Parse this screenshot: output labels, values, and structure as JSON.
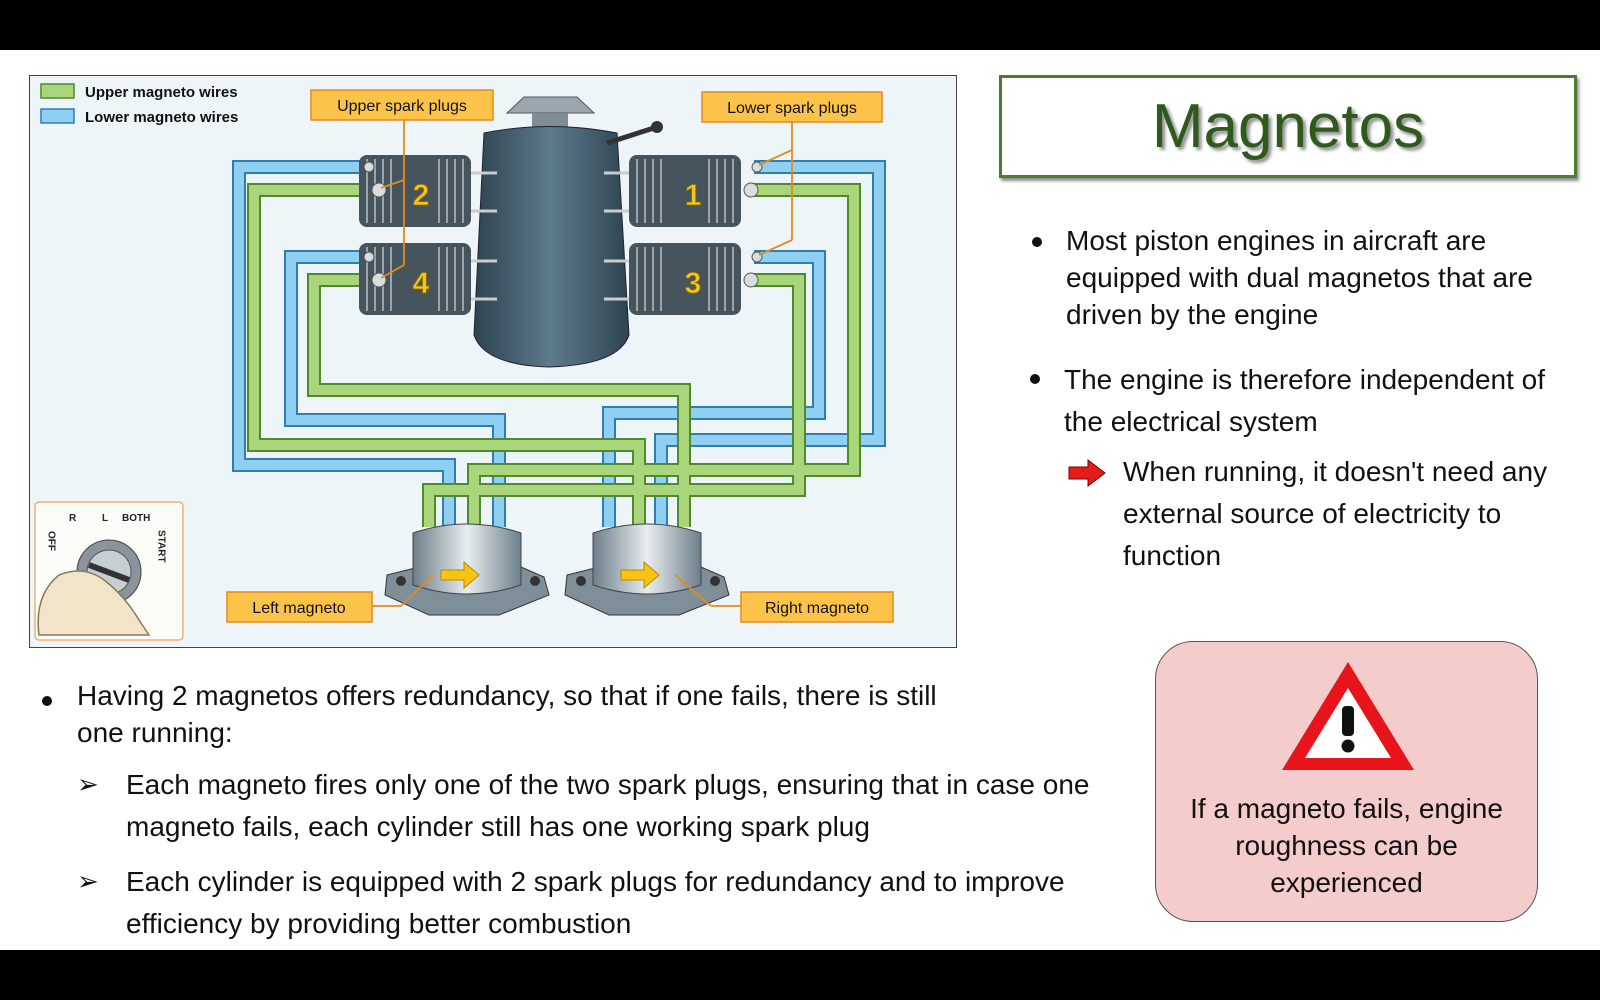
{
  "slide": {
    "title": "Magnetos",
    "right_bullets": [
      "Most piston engines in aircraft are equipped with dual magnetos that are driven by the engine",
      "The engine is therefore independent of the electrical system"
    ],
    "right_sub_bullet": "When running, it doesn't need any external source of electricity to function",
    "bottom_bullet": "Having 2 magnetos offers redundancy, so that if one fails, there is still one running:",
    "bottom_sub_bullets": [
      "Each magneto fires only one of the two spark plugs, ensuring that in case one magneto fails, each cylinder still has one working spark plug",
      "Each cylinder is equipped with 2 spark plugs for redundancy and to improve efficiency by providing better combustion"
    ],
    "warning_text": "If a magneto fails, engine roughness can be experienced"
  },
  "diagram": {
    "legend": {
      "upper": "Upper magneto wires",
      "lower": "Lower magneto wires"
    },
    "labels": {
      "upper_spark_plugs": "Upper spark plugs",
      "lower_spark_plugs": "Lower spark plugs",
      "left_magneto": "Left magneto",
      "right_magneto": "Right magneto"
    },
    "cylinder_numbers": [
      "2",
      "1",
      "4",
      "3"
    ],
    "switch_labels": {
      "off": "OFF",
      "r": "R",
      "l": "L",
      "both": "BOTH",
      "start": "START"
    },
    "colors": {
      "upper_wire": "#a9d67a",
      "lower_wire": "#8fd0f2",
      "label_fill": "#fcc34a",
      "cylinder_number": "#f5c518",
      "engine_body": "#3f5a6b"
    }
  }
}
